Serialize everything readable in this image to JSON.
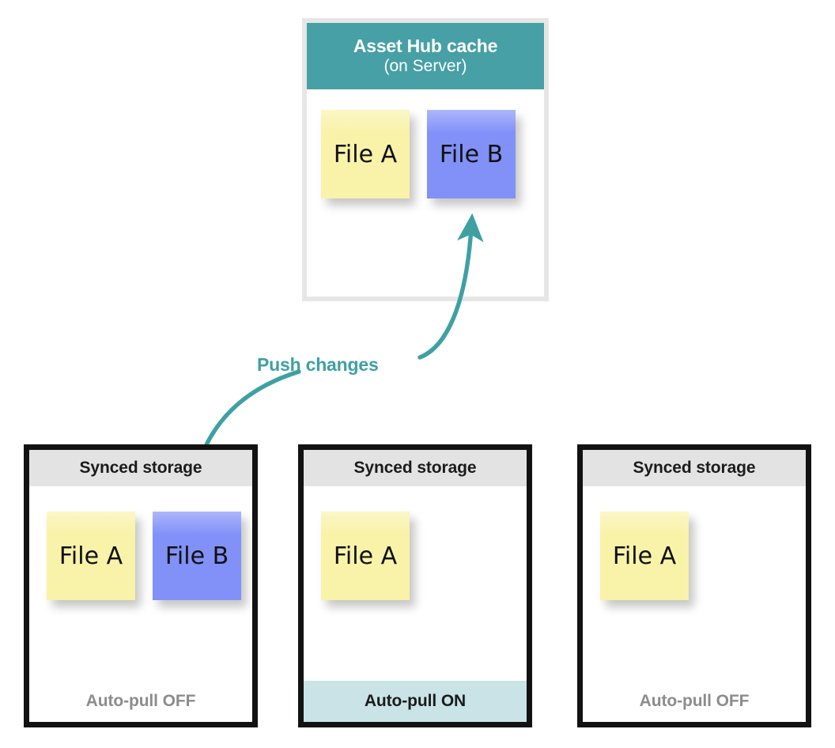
{
  "hub": {
    "title": "Asset Hub cache",
    "subtitle": "(on Server)",
    "header_color": "#46a0a5",
    "notes": [
      {
        "label": "File A",
        "color": "#f9f2a9"
      },
      {
        "label": "File B",
        "color": "#8191f8"
      }
    ]
  },
  "arrow": {
    "label": "Push changes",
    "color": "#3fa0a4",
    "direction": "up"
  },
  "storage_boxes": [
    {
      "header": "Synced storage",
      "footer": "Auto-pull OFF",
      "auto_pull": "OFF",
      "footer_color": "#ffffff",
      "notes": [
        {
          "label": "File A",
          "color": "#f9f2a9"
        },
        {
          "label": "File B",
          "color": "#8191f8"
        }
      ]
    },
    {
      "header": "Synced storage",
      "footer": "Auto-pull ON",
      "auto_pull": "ON",
      "footer_color": "#c9e3e6",
      "notes": [
        {
          "label": "File A",
          "color": "#f9f2a9"
        }
      ]
    },
    {
      "header": "Synced storage",
      "footer": "Auto-pull OFF",
      "auto_pull": "OFF",
      "footer_color": "#ffffff",
      "notes": [
        {
          "label": "File A",
          "color": "#f9f2a9"
        }
      ]
    }
  ]
}
